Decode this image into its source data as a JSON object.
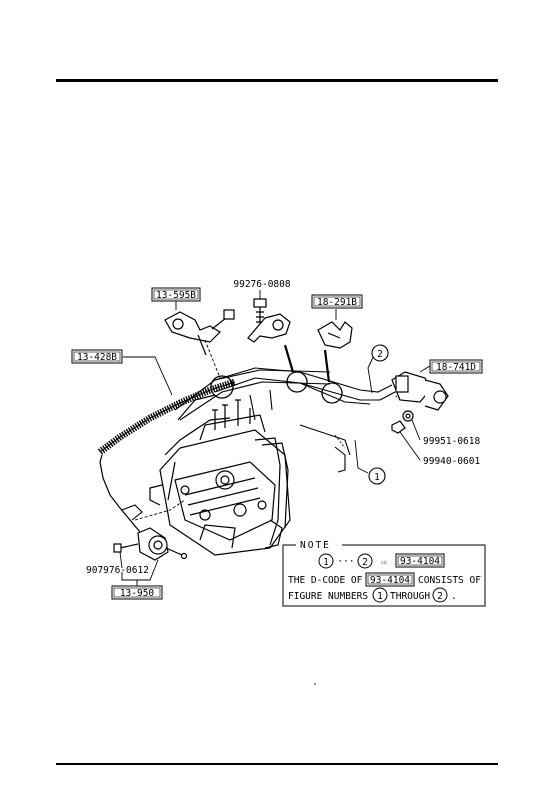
{
  "parts": {
    "p13_595b": "13-595B",
    "p99276": "99276-0808",
    "p18_291b": "18-291B",
    "p13_428b": "13-428B",
    "p18_741d": "18-741D",
    "p99951": "99951-0618",
    "p99940": "99940-0601",
    "p907976": "907976-0612",
    "p13_950": "13-950"
  },
  "callouts": {
    "c1": "1",
    "c2": "2"
  },
  "note": {
    "title": "NOTE",
    "range_from": "1",
    "range_dots": "···",
    "range_to": "2",
    "arrow": "⇨",
    "dcode": "93-4104",
    "line2_prefix": "THE D-CODE OF",
    "line2_dcode": "93-4104",
    "line2_suffix": "CONSISTS OF",
    "line3_prefix": "FIGURE NUMBERS",
    "line3_n1": "1",
    "line3_mid": "THROUGH",
    "line3_n2": "2",
    "line3_end": "."
  }
}
